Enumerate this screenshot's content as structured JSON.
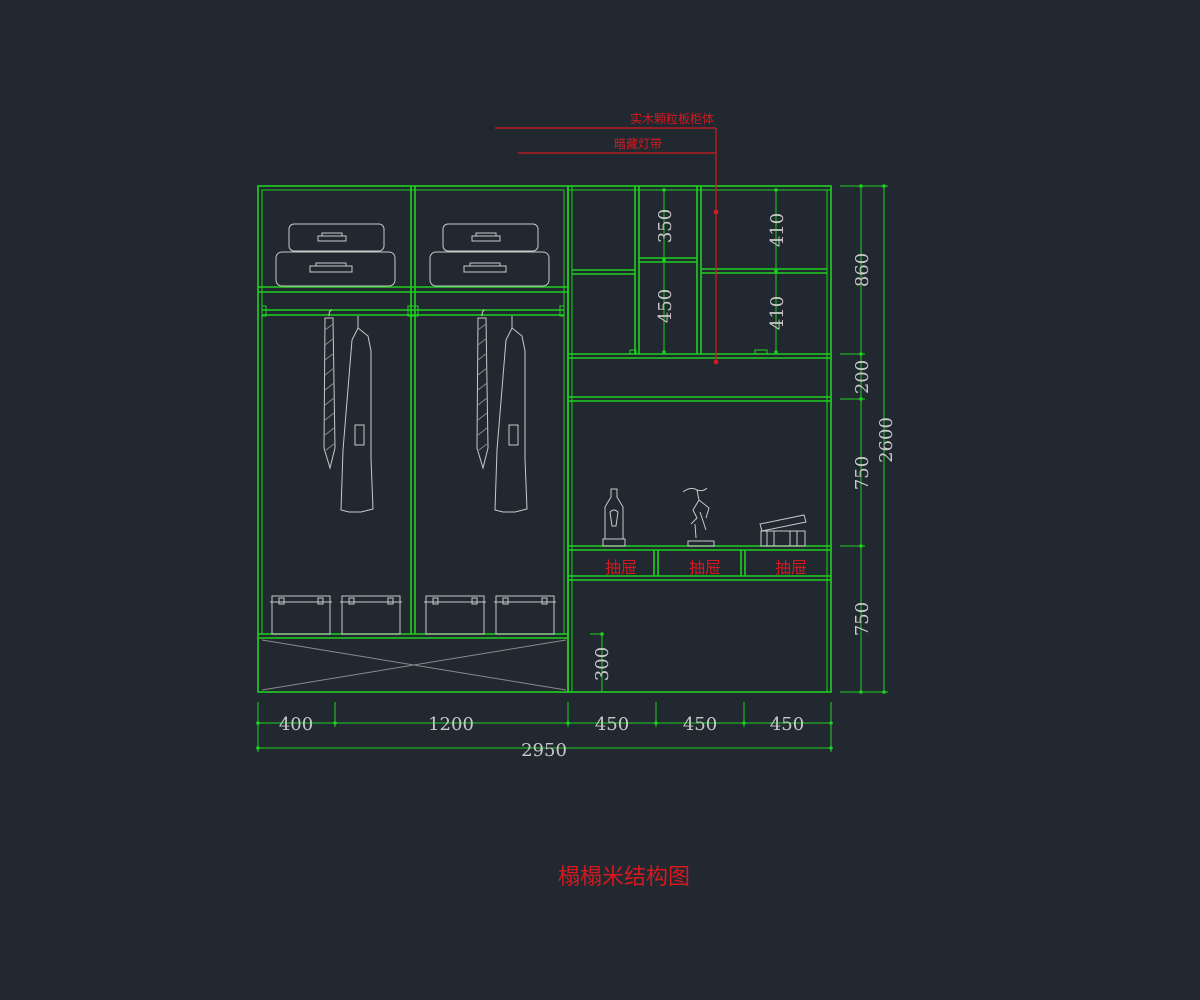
{
  "annotations": {
    "label_cabinet_body": "实木颗粒板柜体",
    "label_light_strip": "暗藏灯带"
  },
  "drawers": [
    "抽屉",
    "抽屉",
    "抽屉"
  ],
  "dimensions": {
    "bottom": [
      "400",
      "1200",
      "450",
      "450",
      "450"
    ],
    "total_width": "2950",
    "right_sections": [
      "860",
      "200",
      "750",
      "750"
    ],
    "total_height": "2600",
    "shelf_left": [
      "350",
      "450"
    ],
    "shelf_right": [
      "410",
      "410"
    ],
    "step_height": "300"
  },
  "title": "榻榻米结构图",
  "colors": {
    "background": "#212830",
    "structure": "#1fd11f",
    "annotation": "#d4191f",
    "objects": "#c9c9c9"
  }
}
